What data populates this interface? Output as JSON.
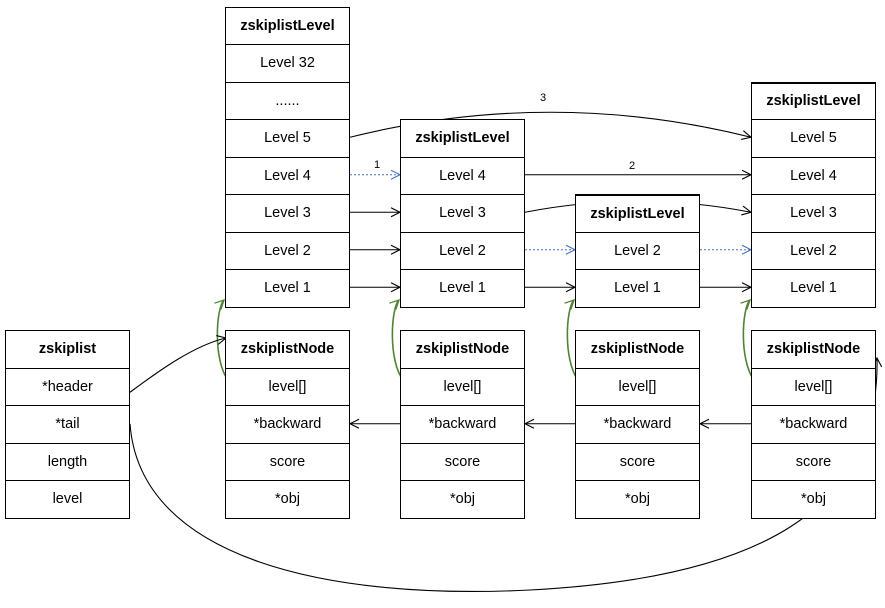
{
  "diagram": {
    "zskiplist": {
      "title": "zskiplist",
      "fields": [
        "*header",
        "*tail",
        "length",
        "level"
      ]
    },
    "nodes": [
      {
        "title": "zskiplistNode",
        "fields": [
          "level[]",
          "*backward",
          "score",
          "*obj"
        ]
      },
      {
        "title": "zskiplistNode",
        "fields": [
          "level[]",
          "*backward",
          "score",
          "*obj"
        ]
      },
      {
        "title": "zskiplistNode",
        "fields": [
          "level[]",
          "*backward",
          "score",
          "*obj"
        ]
      },
      {
        "title": "zskiplistNode",
        "fields": [
          "level[]",
          "*backward",
          "score",
          "*obj"
        ]
      }
    ],
    "level_arrays": [
      {
        "title": "zskiplistLevel",
        "levels": [
          "Level 32",
          "......",
          "Level 5",
          "Level 4",
          "Level 3",
          "Level 2",
          "Level 1"
        ]
      },
      {
        "title": "zskiplistLevel",
        "levels": [
          "Level 4",
          "Level 3",
          "Level 2",
          "Level 1"
        ]
      },
      {
        "title": "zskiplistLevel",
        "levels": [
          "Level 2",
          "Level 1"
        ]
      },
      {
        "title": "zskiplistLevel",
        "levels": [
          "Level 5",
          "Level 4",
          "Level 3",
          "Level 2",
          "Level 1"
        ]
      }
    ],
    "step_labels": [
      "1",
      "2",
      "3"
    ],
    "colors": {
      "border": "#000000",
      "pointer": "#000000",
      "dotted_pointer": "#4472c4",
      "level_link": "#548235"
    }
  }
}
